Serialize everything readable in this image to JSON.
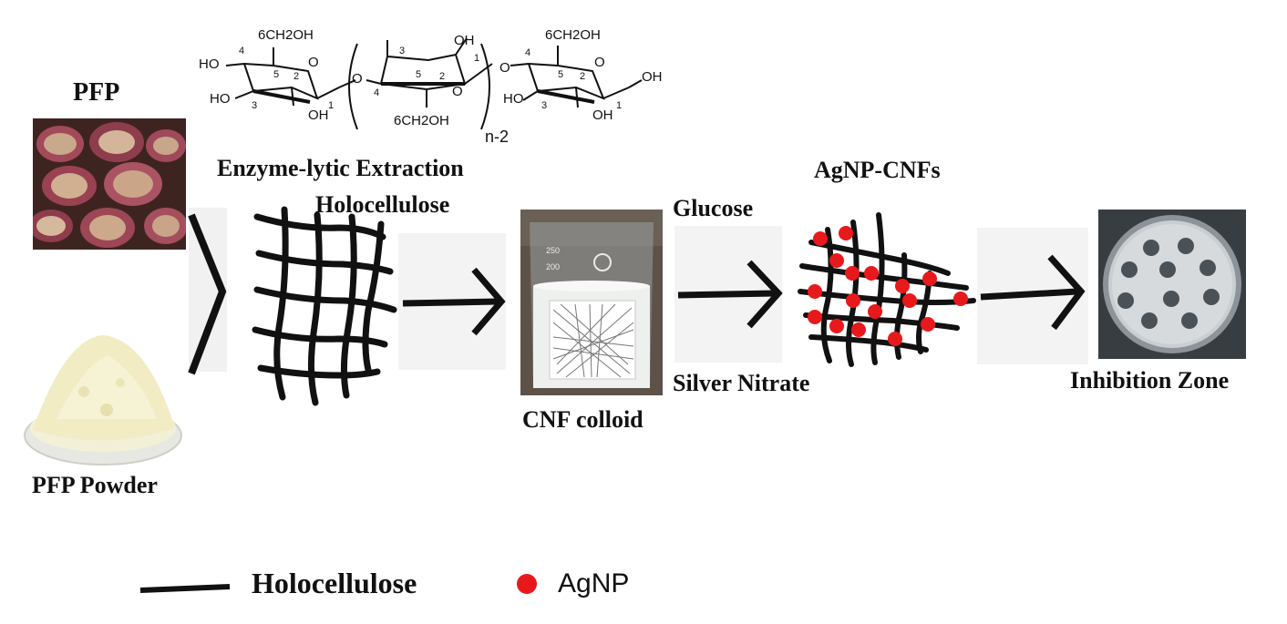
{
  "labels": {
    "pfp": "PFP",
    "pfp_powder": "PFP Powder",
    "enzyme": "Enzyme-lytic Extraction",
    "holocellulose": "Holocellulose",
    "cnf_colloid": "CNF colloid",
    "glucose": "Glucose",
    "silver_nitrate": "Silver Nitrate",
    "agnp_cnfs": "AgNP-CNFs",
    "inhibition_zone": "Inhibition Zone"
  },
  "legend": {
    "line_label": "Holocellulose",
    "dot_label": "AgNP"
  },
  "structure": {
    "c1": "1",
    "c2": "2",
    "c3": "3",
    "c4": "4",
    "c5": "5",
    "ch2oh": "6CH2OH",
    "ho": "HO",
    "oh": "OH",
    "o": "O",
    "n": "n-2"
  },
  "colors": {
    "fiber": "#111111",
    "agnp": "#e8191c",
    "liquid": "#eef0ee",
    "petri": "#3a3f44"
  }
}
